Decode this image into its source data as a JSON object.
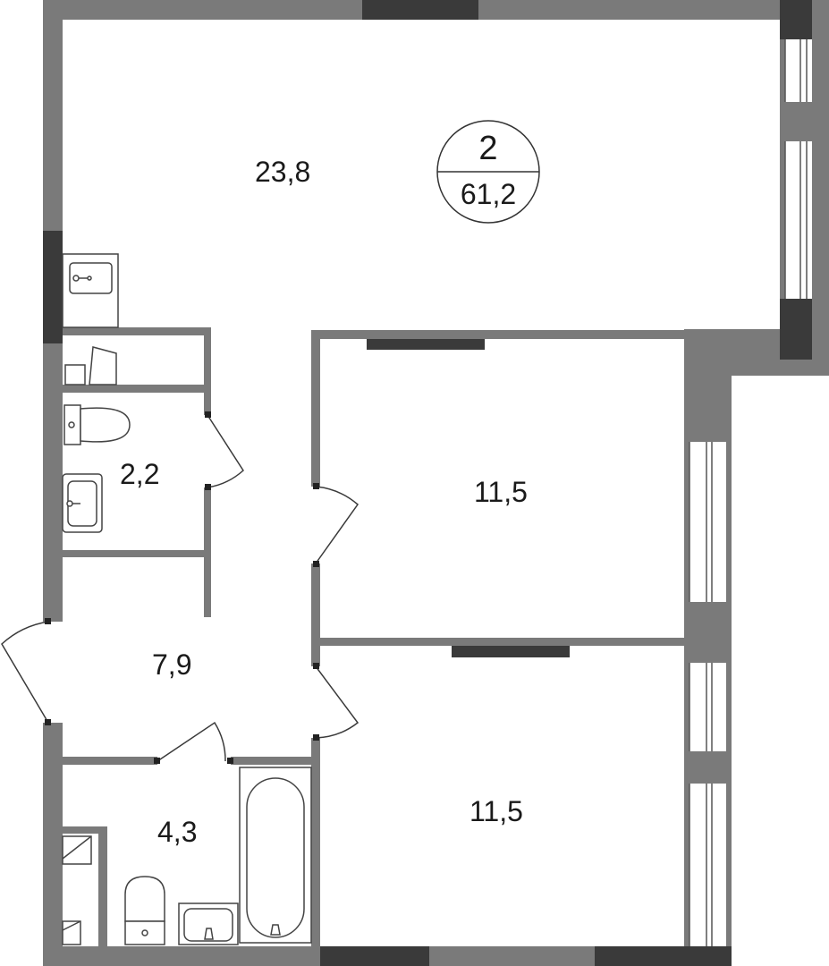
{
  "plan": {
    "badge": {
      "rooms": "2",
      "total_area": "61,2"
    },
    "rooms": {
      "living_room": "23,8",
      "wc": "2,2",
      "bedroom_1": "11,5",
      "hallway": "7,9",
      "bathroom": "4,3",
      "bedroom_2": "11,5"
    },
    "colors": {
      "wall": "#7a7a7a",
      "wall_dark": "#3a3a3a",
      "fixture_line": "#444444"
    }
  }
}
